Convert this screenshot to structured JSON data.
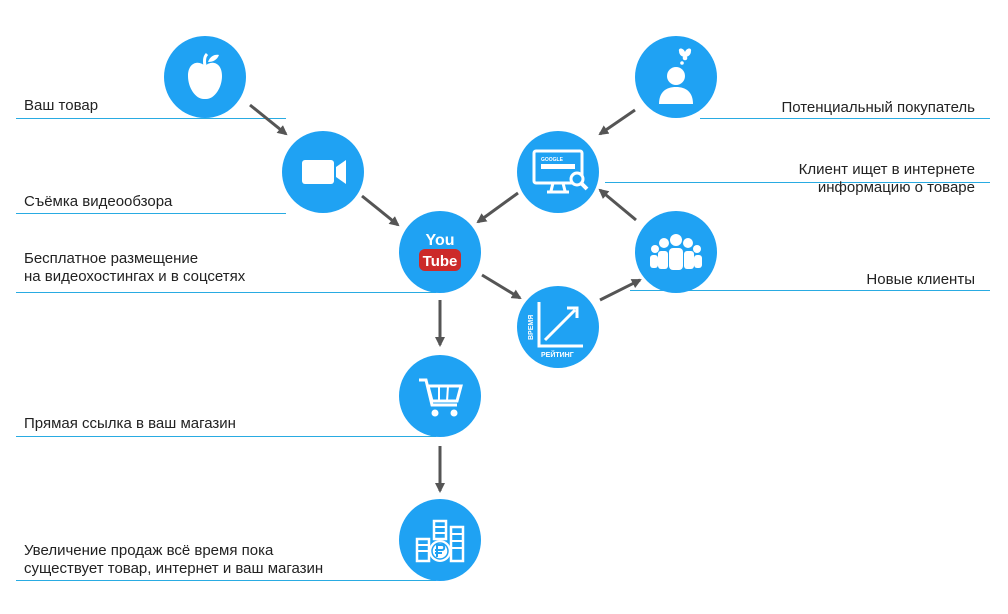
{
  "colors": {
    "accent": "#1fa2f3",
    "line": "#29abe2",
    "arrow": "#555555",
    "text": "#222222"
  },
  "labels": {
    "product": "Ваш товар",
    "filming": "Съёмка видеообзора",
    "hosting": "Бесплатное размещение\nна видеохостингах и в соцсетях",
    "shop_link": "Прямая ссылка в ваш магазин",
    "sales": "Увеличение продаж всё время пока\nсуществует товар, интернет и ваш магазин",
    "buyer": "Потенциальный покупатель",
    "search": "Клиент ищет в интернете\nинформацию о товаре",
    "new_clients": "Новые клиенты"
  },
  "icons": {
    "youtube_you": "You",
    "youtube_tube": "Tube",
    "search_bar": "GOOGLE",
    "chart_x": "РЕЙТИНГ",
    "chart_y": "ВРЕМЯ",
    "list": [
      "apple-icon",
      "video-camera-icon",
      "youtube-icon",
      "shopping-cart-icon",
      "coins-ruble-icon",
      "buyer-thinking-icon",
      "search-monitor-icon",
      "rating-chart-icon",
      "group-icon"
    ]
  }
}
